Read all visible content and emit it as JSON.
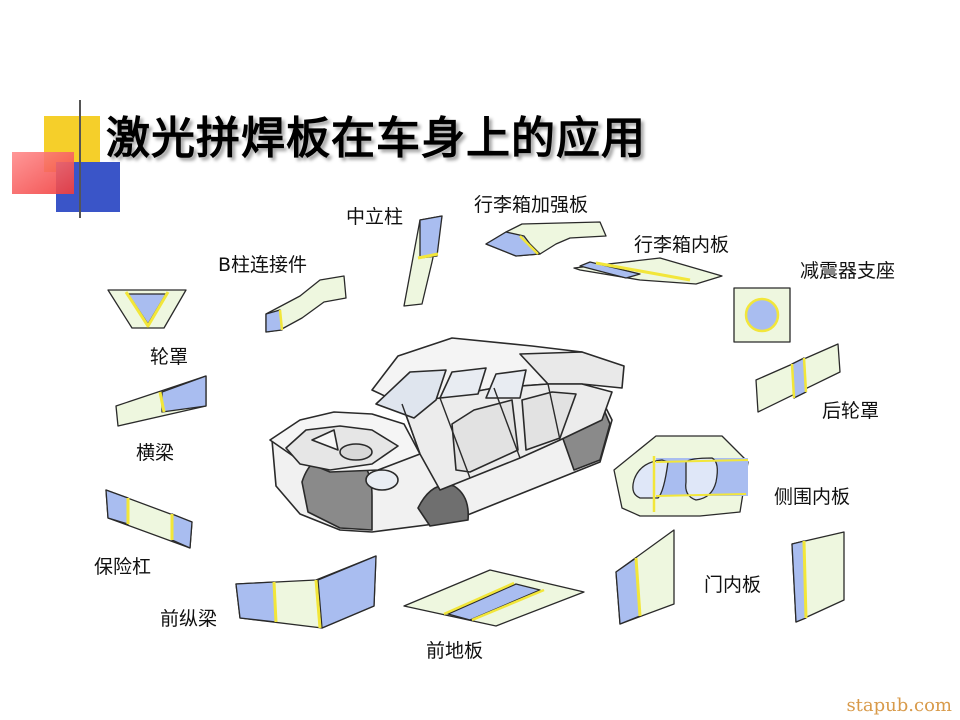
{
  "slide": {
    "title": "激光拼焊板在车身上的应用",
    "watermark": "stapub.com"
  },
  "parts": [
    {
      "id": "b-pillar-connector",
      "label": "B柱连接件"
    },
    {
      "id": "center-pillar",
      "label": "中立柱"
    },
    {
      "id": "trunk-reinforcement",
      "label": "行李箱加强板"
    },
    {
      "id": "trunk-inner-panel",
      "label": "行李箱内板"
    },
    {
      "id": "shock-absorber-seat",
      "label": "减震器支座"
    },
    {
      "id": "wheel-housing",
      "label": "轮罩"
    },
    {
      "id": "rear-wheel-housing",
      "label": "后轮罩"
    },
    {
      "id": "crossbeam",
      "label": "横梁"
    },
    {
      "id": "side-inner-panel",
      "label": "侧围内板"
    },
    {
      "id": "bumper",
      "label": "保险杠"
    },
    {
      "id": "door-inner-panel",
      "label": "门内板"
    },
    {
      "id": "front-rail",
      "label": "前纵梁"
    },
    {
      "id": "front-floor",
      "label": "前地板"
    }
  ],
  "colors": {
    "panel_fill": "#eef7df",
    "tailored_fill": "#a9bdf0",
    "weld_seam": "#f2e63a",
    "outline": "#2a2a2a",
    "deco_yellow": "#f5cf2a",
    "deco_red": "#f04a4a",
    "deco_blue": "#3a55c8"
  }
}
